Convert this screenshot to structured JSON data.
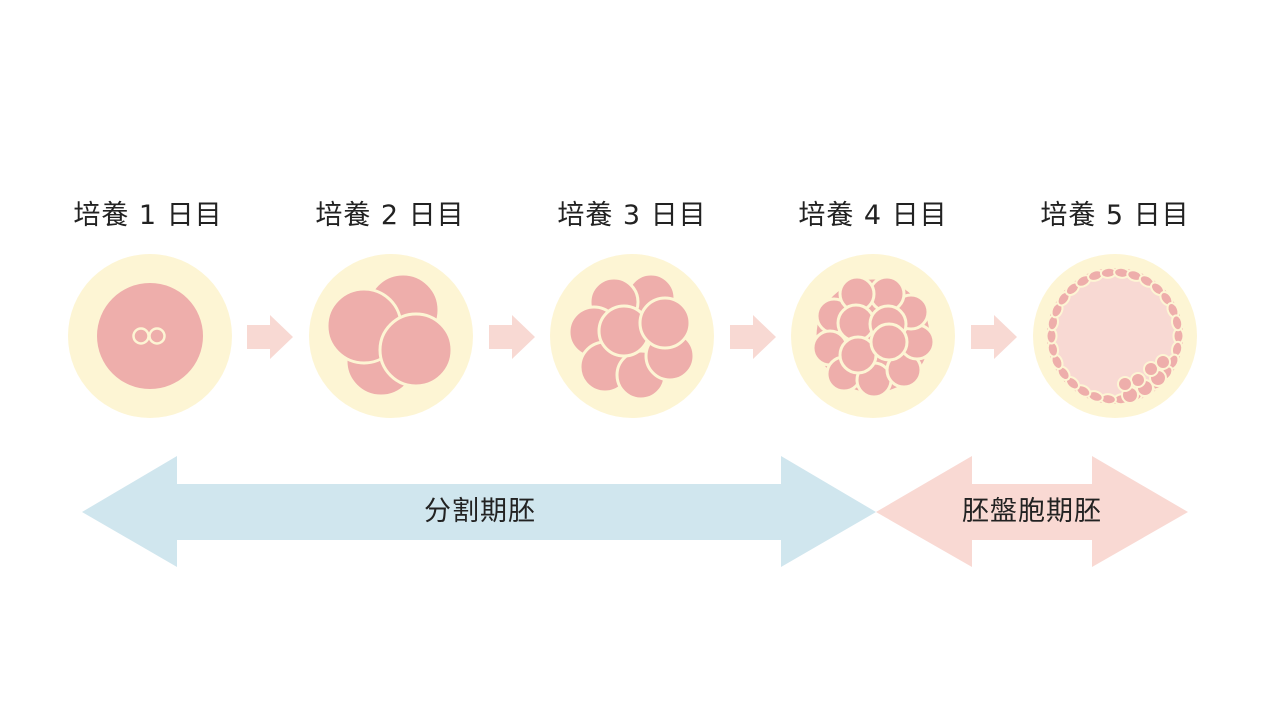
{
  "stages": [
    {
      "label": "培養 1 日目"
    },
    {
      "label": "培養 2 日目"
    },
    {
      "label": "培養 3 日目"
    },
    {
      "label": "培養 4 日目"
    },
    {
      "label": "培養 5 日目"
    }
  ],
  "phases": {
    "cleavage": {
      "label": "分割期胚"
    },
    "blastocyst": {
      "label": "胚盤胞期胚"
    }
  },
  "colors": {
    "zona": "#fdf5d4",
    "cell": "#eeaeab",
    "cell_outline": "#fdf5d4",
    "cavity": "#f8d9d3",
    "step_arrow": "#f8d9d3",
    "cleavage_arrow": "#d0e6ee",
    "blastocyst_arrow": "#f9d9d3"
  }
}
